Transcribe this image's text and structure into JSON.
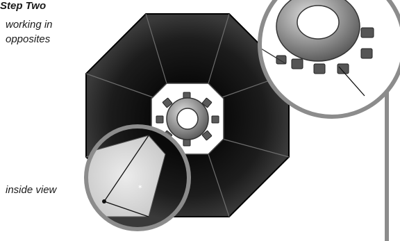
{
  "title": "Step Two",
  "subtitle_lines": [
    "working in",
    "opposites"
  ],
  "inside_label": "inside view",
  "colors": {
    "panel_dark": "#121212",
    "panel_light": "#9a9a9a",
    "lens_ring": "#8c8c8c",
    "inside_fill": "#dcdcdc",
    "background": "#ffffff"
  }
}
